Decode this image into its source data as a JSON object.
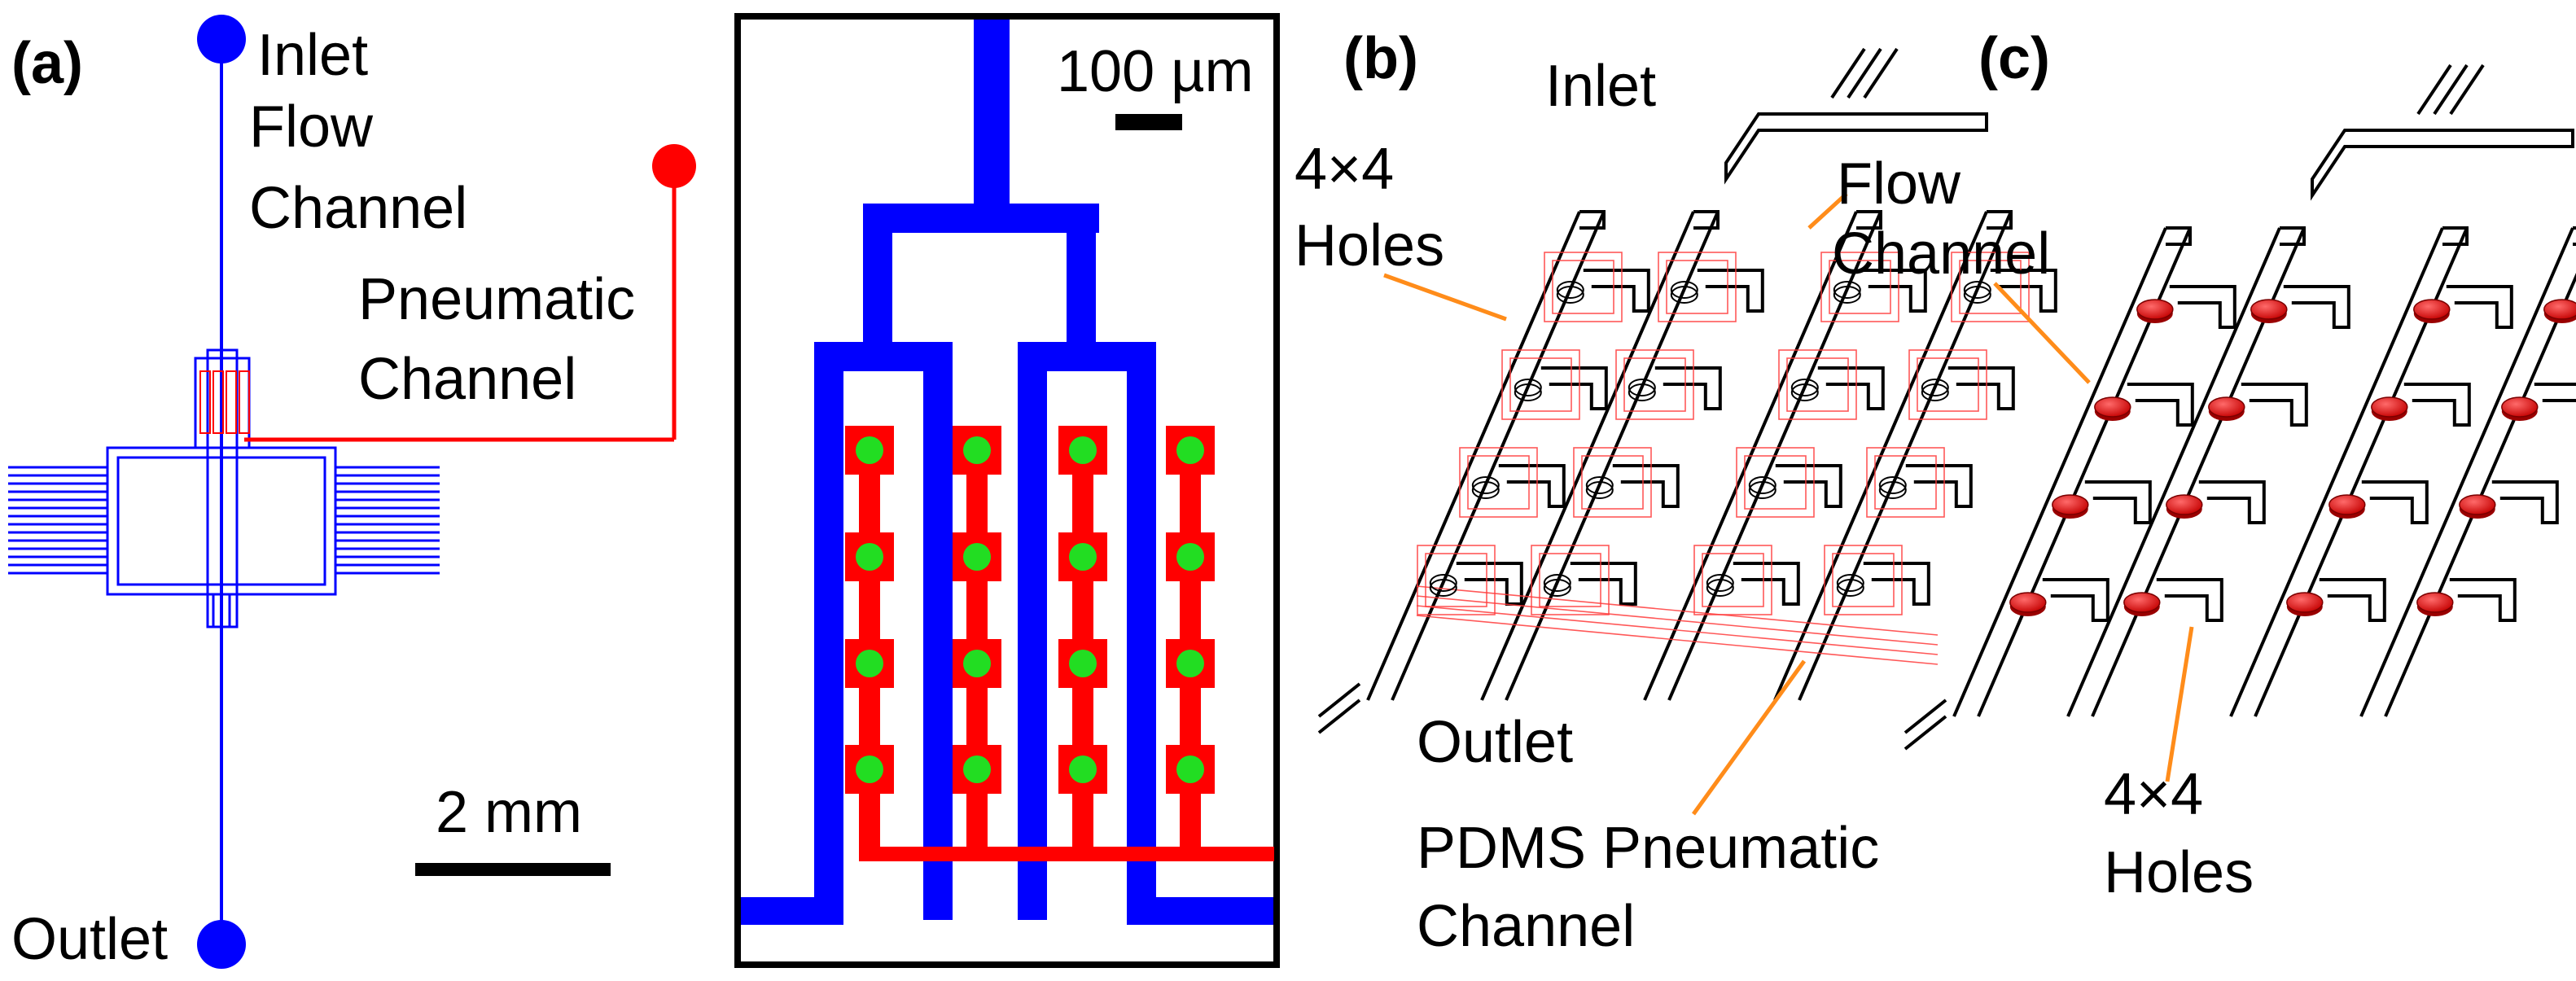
{
  "panels": {
    "a": "(a)",
    "b": "(b)",
    "c": "(c)"
  },
  "panel_a": {
    "inlet": "Inlet",
    "flow_channel_line1": "Flow",
    "flow_channel_line2": "Channel",
    "pneumatic_line1": "Pneumatic",
    "pneumatic_line2": "Channel",
    "outlet": "Outlet",
    "scale": "2 mm"
  },
  "inset": {
    "scale": "100 µm"
  },
  "panel_b": {
    "inlet": "Inlet",
    "holes_line1": "4×4",
    "holes_line2": "Holes",
    "flow_channel_line1": "Flow",
    "flow_channel_line2": "Channel",
    "outlet": "Outlet",
    "pdms_line1": "PDMS Pneumatic",
    "pdms_line2": "Channel"
  },
  "panel_c": {
    "holes_line1": "4×4",
    "holes_line2": "Holes"
  },
  "colors": {
    "flow": "#0000ff",
    "pneumatic": "#ff0000",
    "hole": "#22dd22",
    "leader": "#ff8c1a",
    "hole_3d": "#e01818"
  }
}
